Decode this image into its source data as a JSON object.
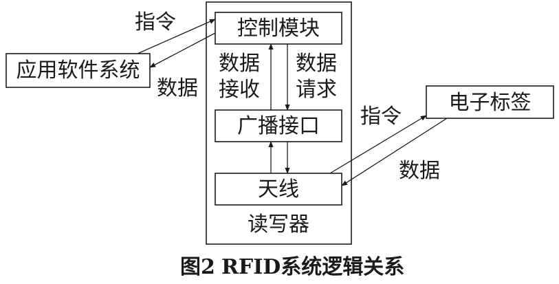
{
  "diagram": {
    "app_software": "应用软件系统",
    "reader": {
      "title": "读写器",
      "control_module": "控制模块",
      "broadcast_interface": "广播接口",
      "antenna": "天线"
    },
    "tag": "电子标签",
    "edges": {
      "app_to_control": "指令",
      "control_to_app": "数据",
      "interface_to_control_1": "数据",
      "interface_to_control_2": "接收",
      "control_to_interface_1": "数据",
      "control_to_interface_2": "请求",
      "antenna_to_tag": "指令",
      "tag_to_antenna": "数据"
    }
  },
  "caption": {
    "figure": "图2",
    "title": "RFID系统逻辑关系"
  }
}
